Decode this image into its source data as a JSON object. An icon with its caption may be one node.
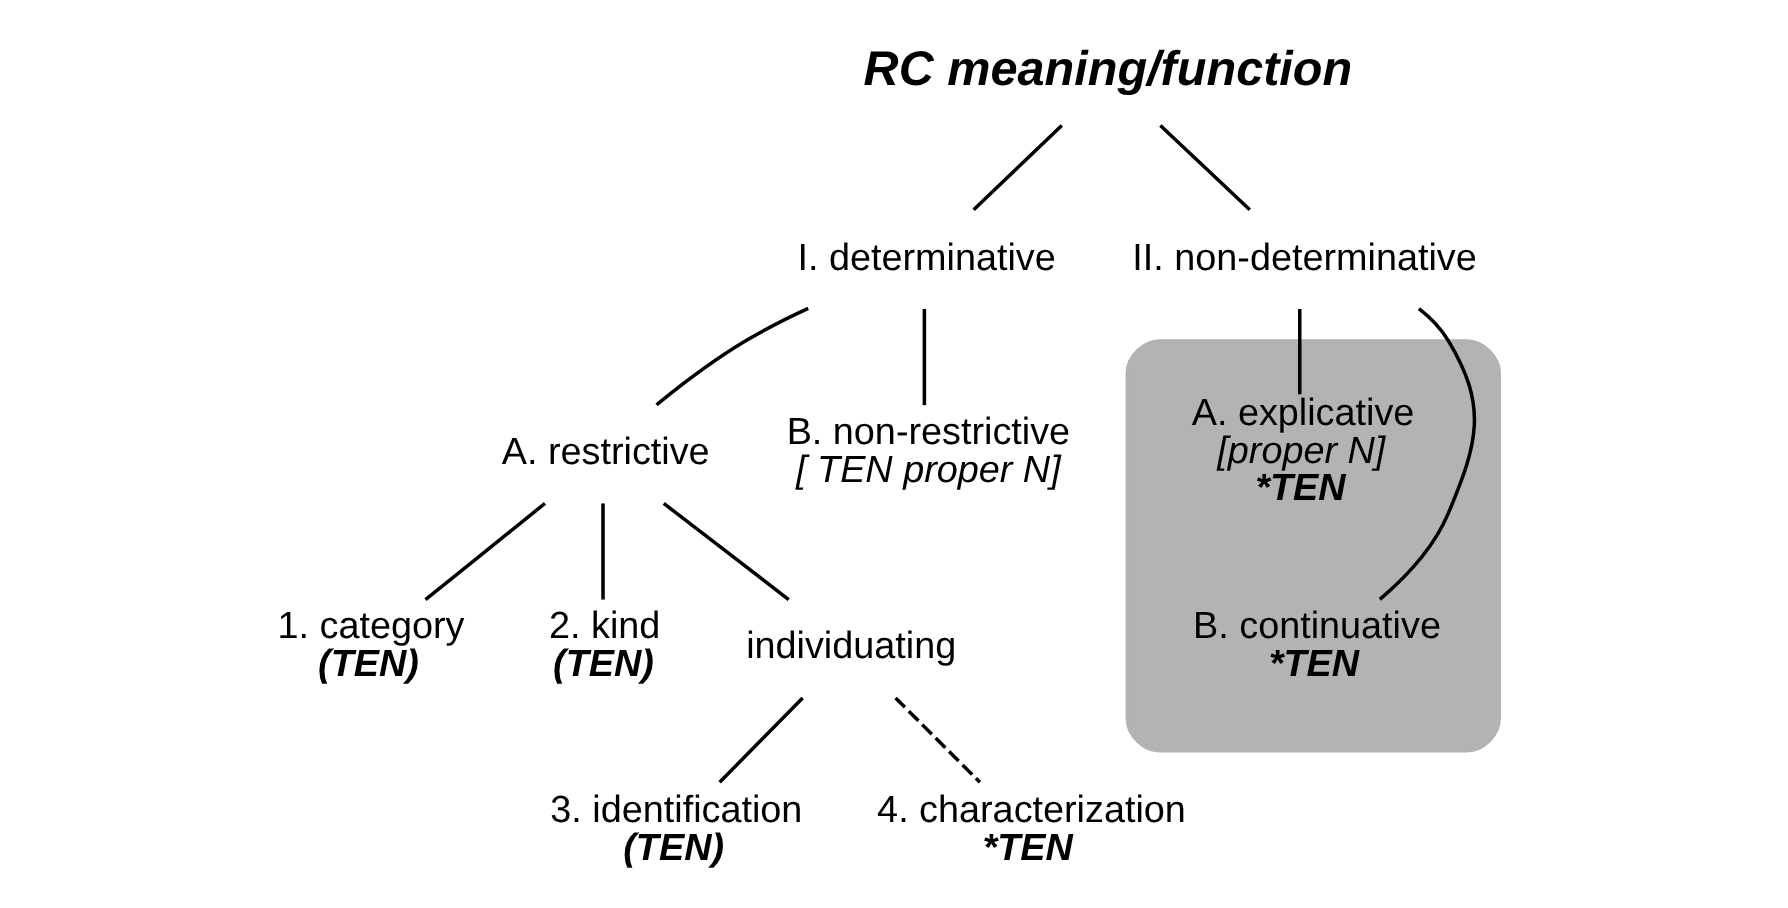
{
  "diagram": {
    "nodes": [
      {
        "text": [
          "RC meaning/function"
        ]
      },
      {
        "text": [
          "I. determinative"
        ]
      },
      {
        "text": [
          "II. non-determinative"
        ]
      },
      {
        "text": [
          "A. restrictive"
        ]
      },
      {
        "text": [
          "B. non-restrictive",
          "[ TEN proper N]"
        ]
      },
      {
        "text": [],
        "shape": "ellipse"
      },
      {
        "text": [
          "A. explicative",
          "[proper N]",
          "*TEN"
        ],
        "in": 5
      },
      {
        "text": [
          "B. continuative",
          "*TEN"
        ],
        "in": 5
      },
      {
        "text": [
          "1. category",
          "(TEN)"
        ]
      },
      {
        "text": [
          "2. kind",
          "(TEN)"
        ]
      },
      {
        "text": [
          "individuating"
        ]
      },
      {
        "text": [
          "3. identification",
          "(TEN)"
        ]
      },
      {
        "text": [
          "4. characterization",
          "*TEN"
        ]
      }
    ],
    "edges": [
      {
        "from": 0,
        "to": 1,
        "arrow": "none"
      },
      {
        "from": 0,
        "to": 2,
        "arrow": "none"
      },
      {
        "from": 1,
        "to": 3,
        "arrow": "none"
      },
      {
        "from": 1,
        "to": 4,
        "arrow": "none"
      },
      {
        "from": 2,
        "to": 6,
        "arrow": "none"
      },
      {
        "from": 2,
        "to": 7,
        "arrow": "none"
      },
      {
        "from": 3,
        "to": 8,
        "arrow": "none"
      },
      {
        "from": 3,
        "to": 9,
        "arrow": "none"
      },
      {
        "from": 3,
        "to": 10,
        "arrow": "none"
      },
      {
        "from": 10,
        "to": 11,
        "arrow": "none"
      },
      {
        "from": 10,
        "to": 12,
        "arrow": "none",
        "style": "dashed"
      }
    ]
  }
}
